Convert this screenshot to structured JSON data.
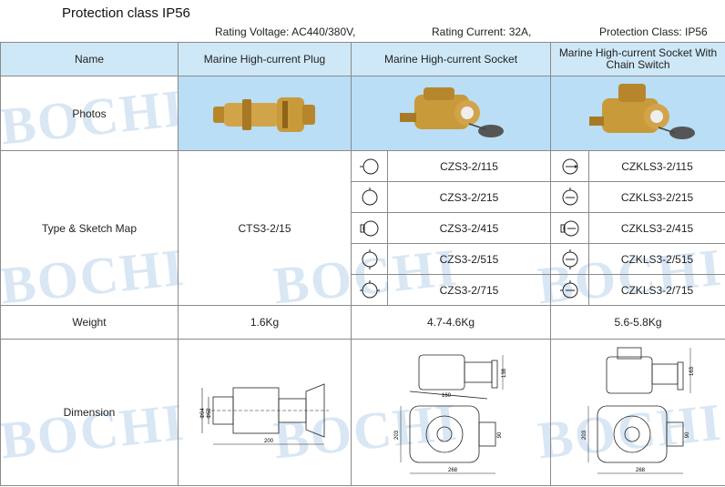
{
  "title": "Protection class IP56",
  "ratings": {
    "voltage": "Rating Voltage: AC440/380V,",
    "current": "Rating Current: 32A,",
    "protection": "Protection Class: IP56"
  },
  "columns": {
    "name": "Name",
    "plug": "Marine High-current Plug",
    "socket": "Marine High-current Socket",
    "chain_switch": "Marine High-current Socket With Chain Switch"
  },
  "rows": {
    "photos": "Photos",
    "type": "Type & Sketch Map",
    "weight": "Weight",
    "dimension": "Dimension"
  },
  "plug_type": "CTS3-2/15",
  "socket_types": [
    "CZS3-2/115",
    "CZS3-2/215",
    "CZS3-2/415",
    "CZS3-2/515",
    "CZS3-2/715"
  ],
  "switch_types": [
    "CZKLS3-2/115",
    "CZKLS3-2/215",
    "CZKLS3-2/415",
    "CZKLS3-2/515",
    "CZKLS3-2/715"
  ],
  "weights": {
    "plug": "1.6Kg",
    "socket": "4.7-4.6Kg",
    "chain_switch": "5.6-5.8Kg"
  },
  "dimensions": {
    "plug": {
      "diam_outer": "Φ94",
      "diam_inner": "Φ52",
      "length": "200"
    },
    "socket": {
      "depth": "160",
      "height_top": "138",
      "height": "203",
      "width_small": "90",
      "width": "268"
    },
    "chain_switch": {
      "height_top": "163",
      "height": "203",
      "width_small": "90",
      "width": "268"
    }
  },
  "watermark": "BOCHI",
  "colors": {
    "header_bg": "#cfe8f7",
    "photo_bg": "#b9def5",
    "brass": "#c99a3a",
    "watermark": "#78aad7"
  }
}
